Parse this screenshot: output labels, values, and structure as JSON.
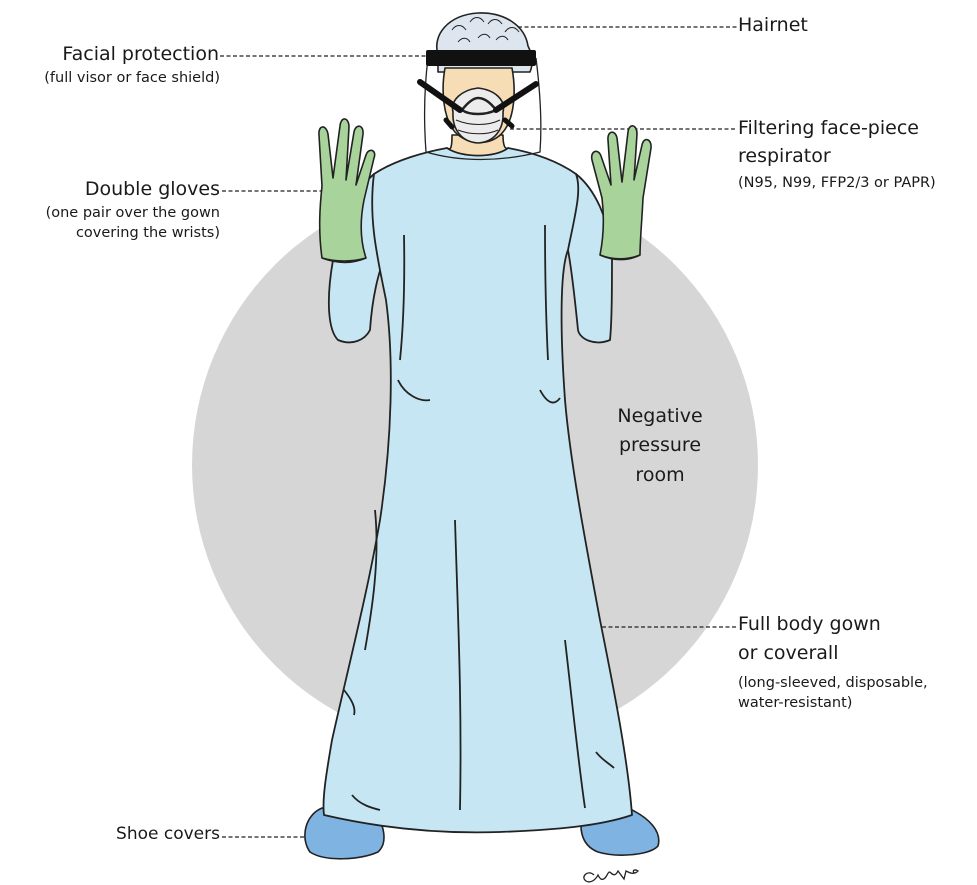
{
  "labels": {
    "hairnet": "Hairnet",
    "facial_title": "Facial protection",
    "facial_sub": "(full visor or face shield)",
    "respirator_line1": "Filtering face-piece",
    "respirator_line2": "respirator",
    "respirator_sub": "(N95, N99, FFP2/3 or PAPR)",
    "gloves_title": "Double gloves",
    "gloves_sub1": "(one pair over the gown",
    "gloves_sub2": "covering the wrists)",
    "room_line1": "Negative",
    "room_line2": "pressure",
    "room_line3": "room",
    "gown_line1": "Full body gown",
    "gown_line2": "or coverall",
    "gown_sub1": "(long-sleeved,  disposable,",
    "gown_sub2": "water-resistant)",
    "shoe_covers": "Shoe covers"
  },
  "colors": {
    "gown": "#c5e6f2",
    "gloves": "#a8d49c",
    "shoe_covers": "#7fb3e2",
    "room_circle": "#d6d6d6",
    "skin": "#f6ddb6",
    "hair": "#dde6ee",
    "visor_band": "#111111"
  },
  "icons": {
    "artist_signature": "signature-scribble"
  }
}
